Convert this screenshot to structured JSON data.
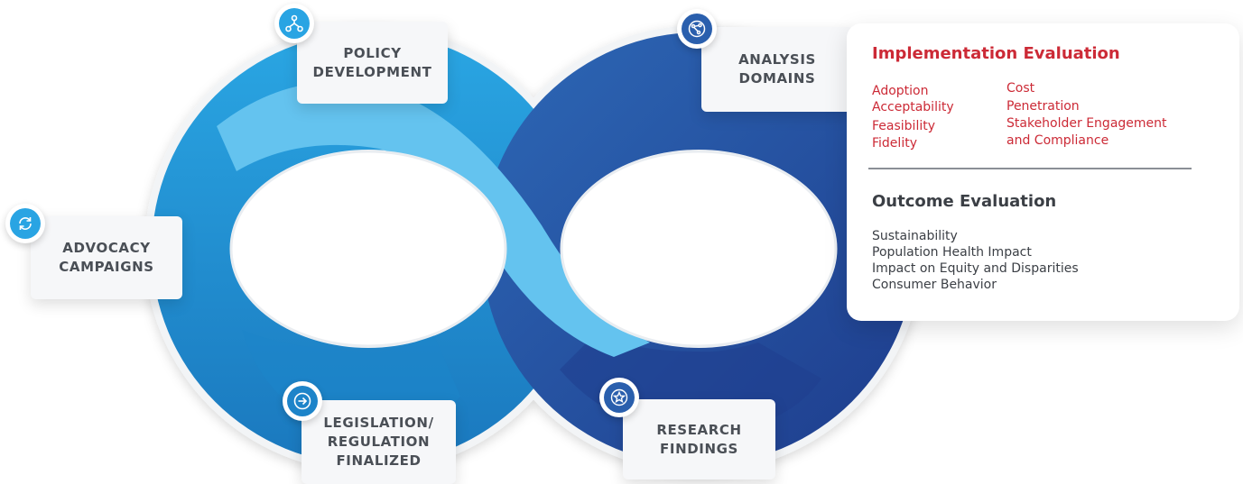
{
  "stages": {
    "policy_development": "POLICY\nDEVELOPMENT",
    "analysis_domains": "ANALYSIS\nDOMAINS",
    "advocacy_campaigns": "ADVOCACY\nCAMPAIGNS",
    "legislation_finalized": "LEGISLATION/\nREGULATION\nFINALIZED",
    "research_findings": "RESEARCH\nFINDINGS"
  },
  "icons": {
    "policy_development": "network-nodes-icon",
    "analysis_domains": "globe-network-icon",
    "advocacy_campaigns": "cycle-arrows-icon",
    "legislation_finalized": "arrow-right-circle-icon",
    "research_findings": "star-icon"
  },
  "panel": {
    "implementation": {
      "title": "Implementation Evaluation",
      "col1": [
        "Adoption",
        "Acceptability",
        "Feasibility",
        "Fidelity"
      ],
      "col2": [
        "Cost",
        "Penetration",
        "Stakeholder Engagement",
        "and Compliance"
      ]
    },
    "outcome": {
      "title": "Outcome Evaluation",
      "items": [
        "Sustainability",
        "Population Health Impact",
        "Impact on Equity and Disparities",
        "Consumer Behavior"
      ]
    }
  },
  "colors": {
    "left_loop": "#1c96d8",
    "left_loop_dark": "#1d7fc4",
    "right_loop": "#2a5fad",
    "right_loop_dark": "#1f3f8f",
    "crossing_band": "#64c3ef",
    "accent_red": "#cc2a36"
  }
}
